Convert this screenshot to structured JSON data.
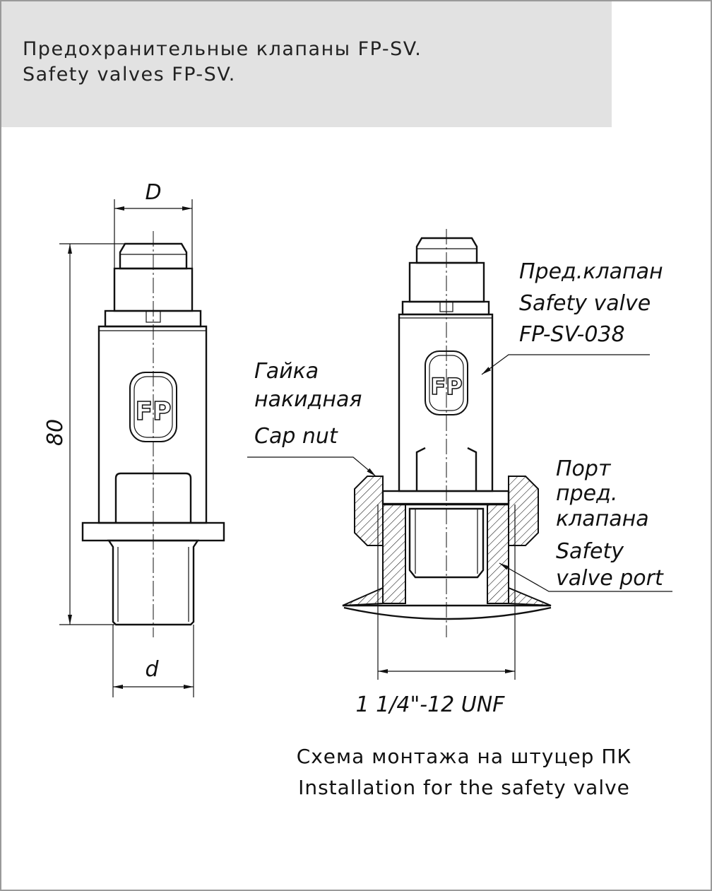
{
  "header": {
    "title_ru": "Предохранительные клапаны FP-SV.",
    "title_en": "Safety valves FP-SV."
  },
  "left_drawing": {
    "dim_top": "D",
    "dim_height": "80",
    "dim_bottom": "d",
    "logo": "FP"
  },
  "right_drawing": {
    "valve_label": [
      "Пред.клапан",
      "Safety valve",
      "FP-SV-038"
    ],
    "cap_nut_label": [
      "Гайка",
      "накидная",
      "Cap nut"
    ],
    "port_label": [
      "Порт",
      "пред.",
      "клапана",
      "Safety",
      "valve port"
    ],
    "thread_dim": "1 1/4\"-12 UNF",
    "logo": "FP"
  },
  "caption": {
    "ru": "Схема монтажа на штуцер ПК",
    "en": "Installation for the safety valve"
  }
}
